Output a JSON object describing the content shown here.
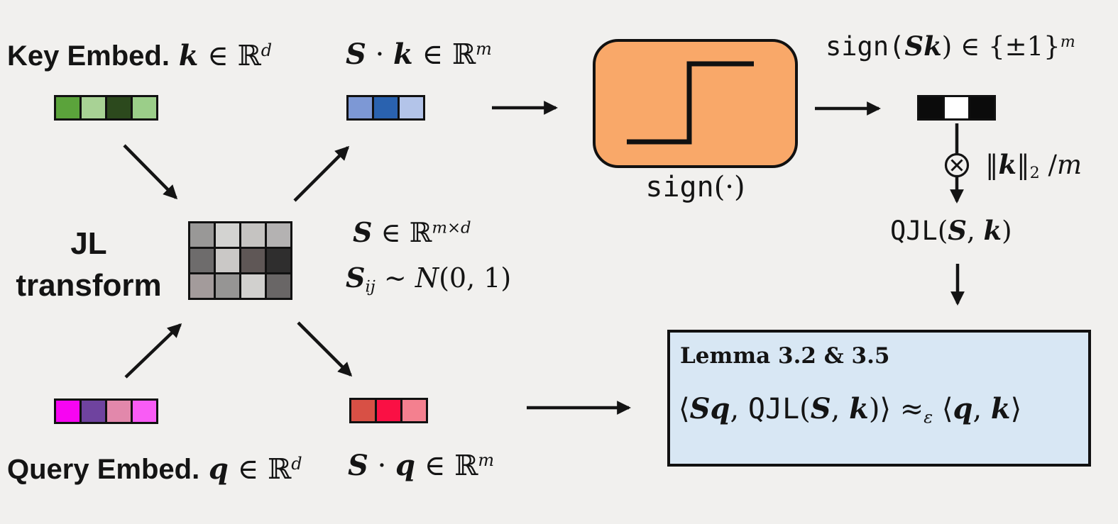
{
  "figure": {
    "background": "#f1f0ee",
    "accent_orange": "#f9a869",
    "accent_blue": "#d8e7f4"
  },
  "key": {
    "label": [
      {
        "t": "Key Embed.",
        "c": "b"
      },
      {
        "t": "  ",
        "c": "m"
      },
      {
        "t": "k",
        "c": "v"
      },
      {
        "t": " ∈ ",
        "c": "m"
      },
      {
        "t": "ℝ",
        "c": "m"
      },
      {
        "t": "d",
        "c": "sup"
      }
    ],
    "vector_cells": [
      "#5ba33b",
      "#a8d295",
      "#2c491d",
      "#9bce89"
    ]
  },
  "query": {
    "label": [
      {
        "t": "Query Embed.",
        "c": "b"
      },
      {
        "t": "  ",
        "c": "m"
      },
      {
        "t": "q",
        "c": "v"
      },
      {
        "t": " ∈ ",
        "c": "m"
      },
      {
        "t": "ℝ",
        "c": "m"
      },
      {
        "t": "d",
        "c": "sup"
      }
    ],
    "vector_cells": [
      "#f705f2",
      "#6f439f",
      "#e288ab",
      "#f95cf5"
    ]
  },
  "jl": {
    "title_line1": "JL",
    "title_line2": "transform",
    "matrix_cells": [
      "#999897",
      "#d3d3d1",
      "#c5c3c1",
      "#b4b2b2",
      "#6e6c6c",
      "#cac8c6",
      "#5f5756",
      "#2f2e2e",
      "#a39b9b",
      "#969594",
      "#d1d0ce",
      "#696666"
    ],
    "dim_label": [
      {
        "t": "S",
        "c": "v"
      },
      {
        "t": " ∈ ",
        "c": "m"
      },
      {
        "t": "ℝ",
        "c": "m"
      },
      {
        "t": "m×d",
        "c": "sup"
      }
    ],
    "dist_label": [
      {
        "t": "S",
        "c": "v"
      },
      {
        "t": "ij",
        "c": "sub"
      },
      {
        "t": " ∼ ",
        "c": "m"
      },
      {
        "t": "N",
        "c": "i"
      },
      {
        "t": "(0, 1)",
        "c": "m"
      }
    ]
  },
  "sk": {
    "label": [
      {
        "t": "S",
        "c": "v"
      },
      {
        "t": " · ",
        "c": "m"
      },
      {
        "t": "k",
        "c": "v"
      },
      {
        "t": " ∈ ",
        "c": "m"
      },
      {
        "t": "ℝ",
        "c": "m"
      },
      {
        "t": "m",
        "c": "sup"
      }
    ],
    "vector_cells": [
      "#7d98d5",
      "#2a62af",
      "#b3c4e9"
    ]
  },
  "sq": {
    "label": [
      {
        "t": "S",
        "c": "v"
      },
      {
        "t": " · ",
        "c": "m"
      },
      {
        "t": "q",
        "c": "v"
      },
      {
        "t": " ∈ ",
        "c": "m"
      },
      {
        "t": "ℝ",
        "c": "m"
      },
      {
        "t": "m",
        "c": "sup"
      }
    ],
    "vector_cells": [
      "#d85045",
      "#fa1044",
      "#f4808f"
    ]
  },
  "sign": {
    "box_label": [
      {
        "t": "sign",
        "c": "t"
      },
      {
        "t": "(·)",
        "c": "m"
      }
    ],
    "output_label": [
      {
        "t": "sign(",
        "c": "t"
      },
      {
        "t": "Sk",
        "c": "v"
      },
      {
        "t": ") ∈ {±1}",
        "c": "m"
      },
      {
        "t": "m",
        "c": "sup"
      }
    ],
    "output_cells": [
      "#0b0b0b",
      "#ffffff",
      "#0b0b0b"
    ]
  },
  "scale": {
    "otimes_icon_glyph": "⊗",
    "norm_label": [
      {
        "t": "‖",
        "c": "m"
      },
      {
        "t": "k",
        "c": "v"
      },
      {
        "t": "‖",
        "c": "m"
      },
      {
        "t": "2",
        "c": "sb"
      },
      {
        "t": " /",
        "c": "m"
      },
      {
        "t": "m",
        "c": "i"
      }
    ],
    "qjl_label": [
      {
        "t": "QJL",
        "c": "t"
      },
      {
        "t": "(",
        "c": "m"
      },
      {
        "t": "S",
        "c": "v"
      },
      {
        "t": ", ",
        "c": "m"
      },
      {
        "t": "k",
        "c": "v"
      },
      {
        "t": ")",
        "c": "m"
      }
    ]
  },
  "lemma": {
    "title": "Lemma 3.2 & 3.5",
    "formula": [
      {
        "t": "⟨",
        "c": "m"
      },
      {
        "t": "Sq",
        "c": "v"
      },
      {
        "t": ", ",
        "c": "m"
      },
      {
        "t": "QJL",
        "c": "t"
      },
      {
        "t": "(",
        "c": "m"
      },
      {
        "t": "S",
        "c": "v"
      },
      {
        "t": ", ",
        "c": "m"
      },
      {
        "t": "k",
        "c": "v"
      },
      {
        "t": ")⟩ ",
        "c": "m"
      },
      {
        "t": "≈",
        "c": "m"
      },
      {
        "t": "ε",
        "c": "sub"
      },
      {
        "t": " ⟨",
        "c": "m"
      },
      {
        "t": "q",
        "c": "v"
      },
      {
        "t": ", ",
        "c": "m"
      },
      {
        "t": "k",
        "c": "v"
      },
      {
        "t": "⟩",
        "c": "m"
      }
    ]
  }
}
